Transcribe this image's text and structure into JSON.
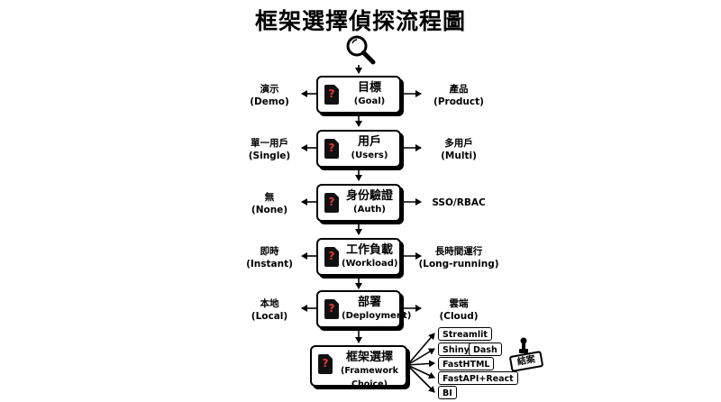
{
  "title": "框架選擇偵探流程圖",
  "steps": [
    {
      "zh": "目標",
      "en": "(Goal)",
      "left": {
        "zh": "演示",
        "en": "(Demo)"
      },
      "right": {
        "zh": "產品",
        "en": "(Product)"
      }
    },
    {
      "zh": "用戶",
      "en": "(Users)",
      "left": {
        "zh": "單一用戶",
        "en": "(Single)"
      },
      "right": {
        "zh": "多用戶",
        "en": "(Multi)"
      }
    },
    {
      "zh": "身份驗證",
      "en": "(Auth)",
      "left": {
        "zh": "無",
        "en": "(None)"
      },
      "right": {
        "zh": "SSO/RBAC",
        "en": ""
      }
    },
    {
      "zh": "工作負載",
      "en": "(Workload)",
      "left": {
        "zh": "即時",
        "en": "(Instant)"
      },
      "right": {
        "zh": "長時間運行",
        "en": "(Long-running)"
      }
    },
    {
      "zh": "部署",
      "en": "(Deployment)",
      "left": {
        "zh": "本地",
        "en": "(Local)"
      },
      "right": {
        "zh": "雲端",
        "en": "(Cloud)"
      }
    }
  ],
  "final_step": {
    "zh": "框架選擇",
    "en": "(Framework Choice)"
  },
  "frameworks": [
    "Streamlit",
    "Shiny",
    "Dash",
    "FastHTML",
    "FastAPI+React",
    "BI"
  ],
  "stamp_text": "結案",
  "doc_mark": "?",
  "colors": {
    "question_mark": "#e53935",
    "ink": "#000000"
  },
  "icons": [
    "magnifier-icon",
    "document-icon",
    "stamp-icon"
  ]
}
